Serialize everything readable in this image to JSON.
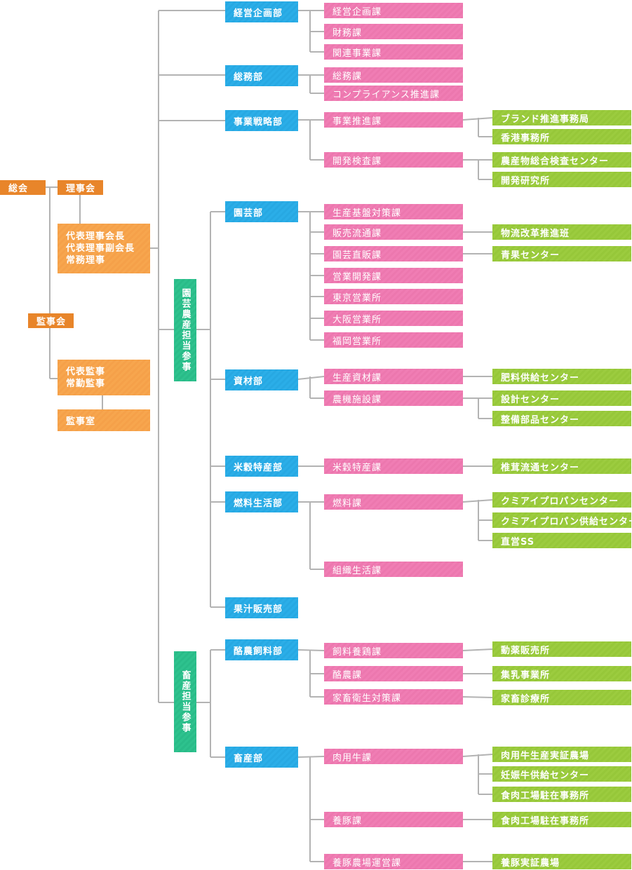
{
  "governance": {
    "general_meeting": "総会",
    "board": "理事会",
    "board_officers": "代表理事会長\n代表理事副会長\n常務理事",
    "auditors_committee": "監事会",
    "auditor_officers": "代表監事\n常勤監事",
    "auditors_office": "監事室"
  },
  "executives": {
    "horticulture": "園芸農産担当参事",
    "livestock": "畜産担当参事"
  },
  "departments": [
    {
      "name": "経営企画部",
      "sections": [
        {
          "name": "経営企画課",
          "units": []
        },
        {
          "name": "財務課",
          "units": []
        },
        {
          "name": "関連事業課",
          "units": []
        }
      ]
    },
    {
      "name": "総務部",
      "sections": [
        {
          "name": "総務課",
          "units": []
        },
        {
          "name": "コンプライアンス推進課",
          "units": []
        }
      ]
    },
    {
      "name": "事業戦略部",
      "sections": [
        {
          "name": "事業推進課",
          "units": [
            "ブランド推進事務局",
            "香港事務所"
          ]
        },
        {
          "name": "開発検査課",
          "units": [
            "農産物総合検査センター",
            "開発研究所"
          ]
        }
      ]
    },
    {
      "name": "園芸部",
      "sections": [
        {
          "name": "生産基盤対策課",
          "units": []
        },
        {
          "name": "販売流通課",
          "units": [
            "物流改革推進班"
          ]
        },
        {
          "name": "園芸直販課",
          "units": [
            "青果センター"
          ]
        },
        {
          "name": "営業開発課",
          "units": []
        },
        {
          "name": "東京営業所",
          "units": []
        },
        {
          "name": "大阪営業所",
          "units": []
        },
        {
          "name": "福岡営業所",
          "units": []
        }
      ]
    },
    {
      "name": "資材部",
      "sections": [
        {
          "name": "生産資材課",
          "units": [
            "肥料供給センター"
          ]
        },
        {
          "name": "農機施設課",
          "units": [
            "設計センター",
            "整備部品センター"
          ]
        }
      ]
    },
    {
      "name": "米穀特産部",
      "sections": [
        {
          "name": "米穀特産課",
          "units": [
            "椎茸流通センター"
          ]
        }
      ]
    },
    {
      "name": "燃料生活部",
      "sections": [
        {
          "name": "燃料課",
          "units": [
            "クミアイプロパンセンター",
            "クミアイプロパン供給センター",
            "直営SS"
          ]
        },
        {
          "name": "組織生活課",
          "units": []
        }
      ]
    },
    {
      "name": "果汁販売部",
      "sections": []
    },
    {
      "name": "酪農飼料部",
      "sections": [
        {
          "name": "飼料養鶏課",
          "units": [
            "動薬販売所"
          ]
        },
        {
          "name": "酪農課",
          "units": [
            "集乳事業所"
          ]
        },
        {
          "name": "家畜衛生対策課",
          "units": [
            "家畜診療所"
          ]
        }
      ]
    },
    {
      "name": "畜産部",
      "sections": [
        {
          "name": "肉用牛課",
          "units": [
            "肉用牛生産実証農場",
            "妊娠牛供給センター",
            "食肉工場駐在事務所"
          ]
        },
        {
          "name": "養豚課",
          "units": [
            "食肉工場駐在事務所"
          ]
        },
        {
          "name": "養豚農場運営課",
          "units": [
            "養豚実証農場"
          ]
        }
      ]
    }
  ],
  "colors": {
    "line": "#b3b3b3",
    "governance_dark": "#e8852a",
    "governance": "#f7a64e",
    "department": "#2baee8",
    "section": "#f07db4",
    "unit": "#9ccc3f",
    "executive": "#2ec28e"
  }
}
